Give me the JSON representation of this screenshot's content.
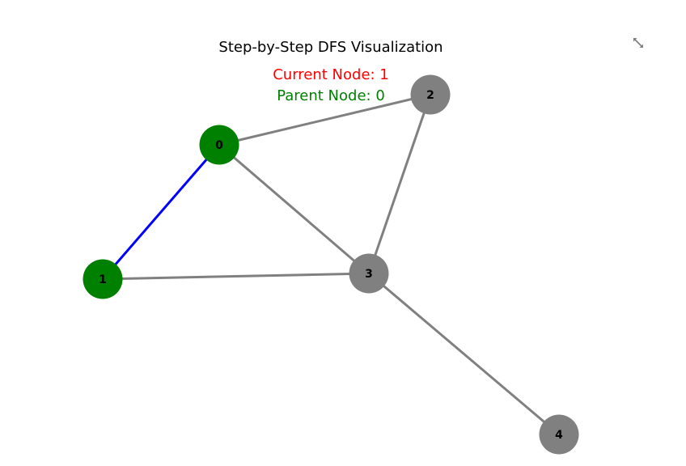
{
  "title": "Step-by-Step DFS Visualization",
  "status": {
    "current_label": "Current Node: 1",
    "parent_label": "Parent Node: 0",
    "current_color": "#ff0000",
    "parent_color": "#008000"
  },
  "colors": {
    "visited": "#008000",
    "unvisited": "#808080",
    "edge_default": "#808080",
    "edge_traversed": "#0000ff"
  },
  "icons": {
    "fullscreen": "expand-icon"
  },
  "graph": {
    "nodes": [
      {
        "id": "0",
        "label": "0",
        "state": "visited"
      },
      {
        "id": "1",
        "label": "1",
        "state": "visited"
      },
      {
        "id": "2",
        "label": "2",
        "state": "unvisited"
      },
      {
        "id": "3",
        "label": "3",
        "state": "unvisited"
      },
      {
        "id": "4",
        "label": "4",
        "state": "unvisited"
      }
    ],
    "edges": [
      {
        "from": "0",
        "to": "1",
        "state": "traversed"
      },
      {
        "from": "0",
        "to": "2",
        "state": "default"
      },
      {
        "from": "0",
        "to": "3",
        "state": "default"
      },
      {
        "from": "1",
        "to": "3",
        "state": "default"
      },
      {
        "from": "2",
        "to": "3",
        "state": "default"
      },
      {
        "from": "3",
        "to": "4",
        "state": "default"
      }
    ]
  }
}
